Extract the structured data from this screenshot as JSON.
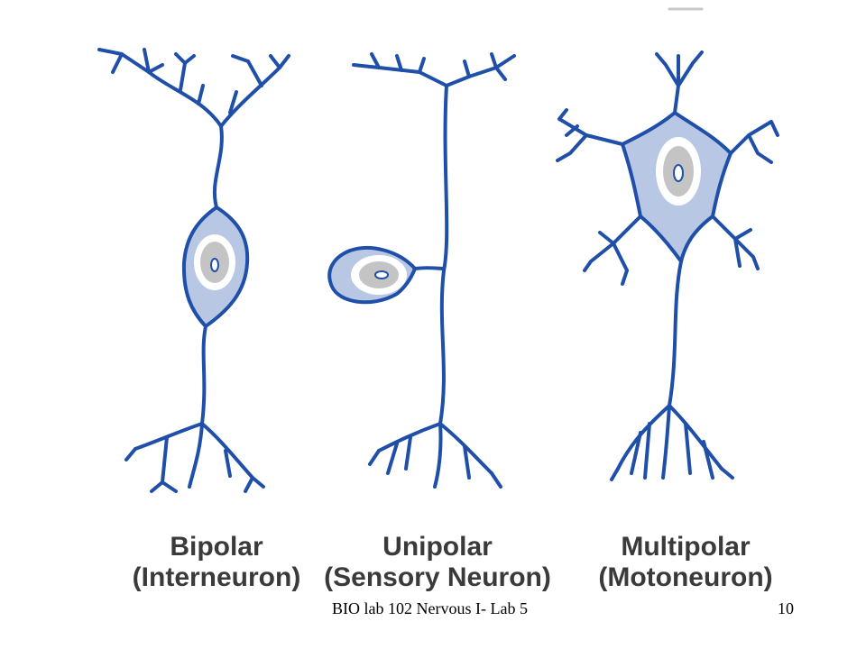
{
  "colors": {
    "stroke": "#1f4fa8",
    "cell_fill": "#b8c8e4",
    "nucleus_ring": "#ffffff",
    "nucleus": "#c4c4c4",
    "label_text": "#3a3a3a"
  },
  "neurons": [
    {
      "type": "Bipolar",
      "subtype": "(Interneuron)"
    },
    {
      "type": "Unipolar",
      "subtype": "(Sensory Neuron)"
    },
    {
      "type": "Multipolar",
      "subtype": "(Motoneuron)"
    }
  ],
  "footer": {
    "course": "BIO lab 102 Nervous I- Lab 5",
    "page_number": "10"
  }
}
